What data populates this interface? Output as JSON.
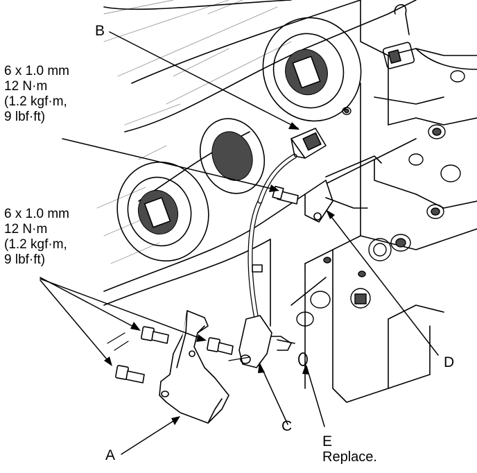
{
  "callouts": {
    "A": "A",
    "B": "B",
    "C": "C",
    "D": "D",
    "E": "E"
  },
  "note_e": "Replace.",
  "torque_top": {
    "line1": "6 x 1.0 mm",
    "line2": "12 N·m",
    "line3": "(1.2 kgf·m,",
    "line4": "9 lbf·ft)"
  },
  "torque_bottom": {
    "line1": "6 x 1.0 mm",
    "line2": "12 N·m",
    "line3": "(1.2 kgf·m,",
    "line4": "9 lbf·ft)"
  },
  "colors": {
    "ink": "#000000",
    "paper": "#ffffff",
    "shade": "#4a4a4a"
  }
}
